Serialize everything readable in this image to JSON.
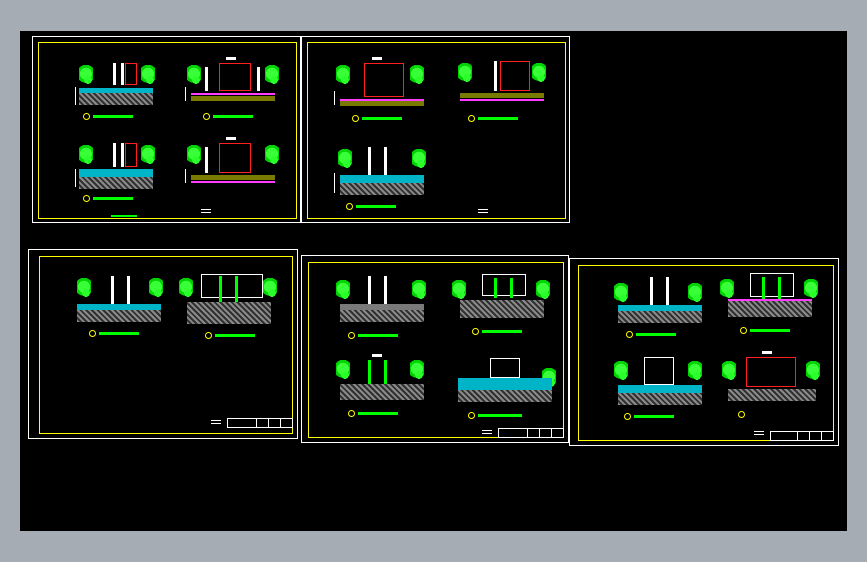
{
  "canvas": {
    "background": "#000000",
    "chrome": "#a6acb4"
  },
  "colors": {
    "sheet_border": "#ffffff",
    "frame_border": "#ffff00",
    "plant": "#00ff00",
    "wall": "#ff2020",
    "slab": "#00b4c8",
    "membrane": "#ff3cff"
  },
  "sheets": [
    {
      "id": "sheet-1",
      "detail_count": 4
    },
    {
      "id": "sheet-2",
      "detail_count": 3
    },
    {
      "id": "sheet-3",
      "detail_count": 2
    },
    {
      "id": "sheet-4",
      "detail_count": 4
    },
    {
      "id": "sheet-5",
      "detail_count": 4
    }
  ]
}
